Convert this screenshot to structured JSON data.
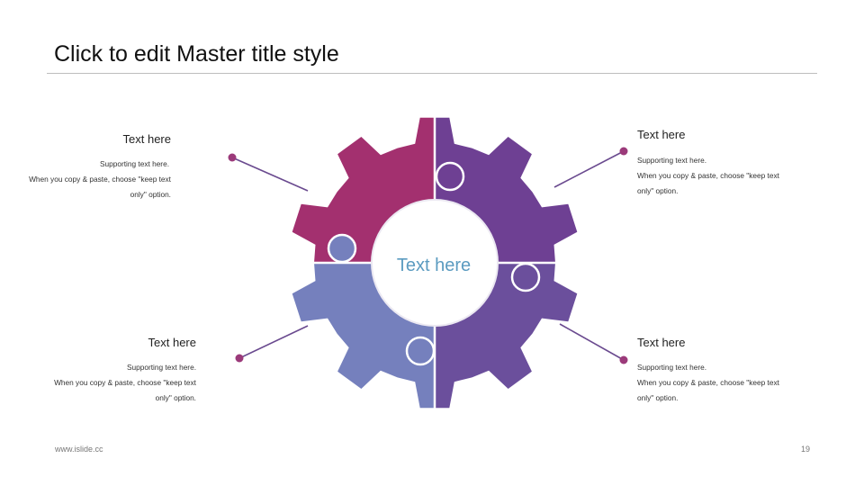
{
  "slide": {
    "title": "Click to edit Master title style",
    "footer_url": "www.islide.cc",
    "page_number": "19"
  },
  "center": {
    "label": "Text here",
    "color": "#5b9bc0"
  },
  "colors": {
    "magenta": "#a3306f",
    "purple": "#6e4093",
    "lavender": "#6b4f9c",
    "blue": "#7580bd",
    "connector": "#6a4a8f",
    "dot": "#9b3a7a"
  },
  "blocks": {
    "top_left": {
      "heading": "Text here",
      "lines": [
        "Supporting text here.",
        "When you copy & paste, choose \"keep text",
        "only\" option."
      ]
    },
    "top_right": {
      "heading": "Text here",
      "lines": [
        "Supporting text here.",
        "When you copy & paste, choose \"keep text",
        "only\" option."
      ]
    },
    "bottom_left": {
      "heading": "Text here",
      "lines": [
        "Supporting text here.",
        "When you copy & paste, choose \"keep text",
        "only\" option."
      ]
    },
    "bottom_right": {
      "heading": "Text here",
      "lines": [
        "Supporting text here.",
        "When you copy & paste, choose \"keep text",
        "only\" option."
      ]
    }
  }
}
